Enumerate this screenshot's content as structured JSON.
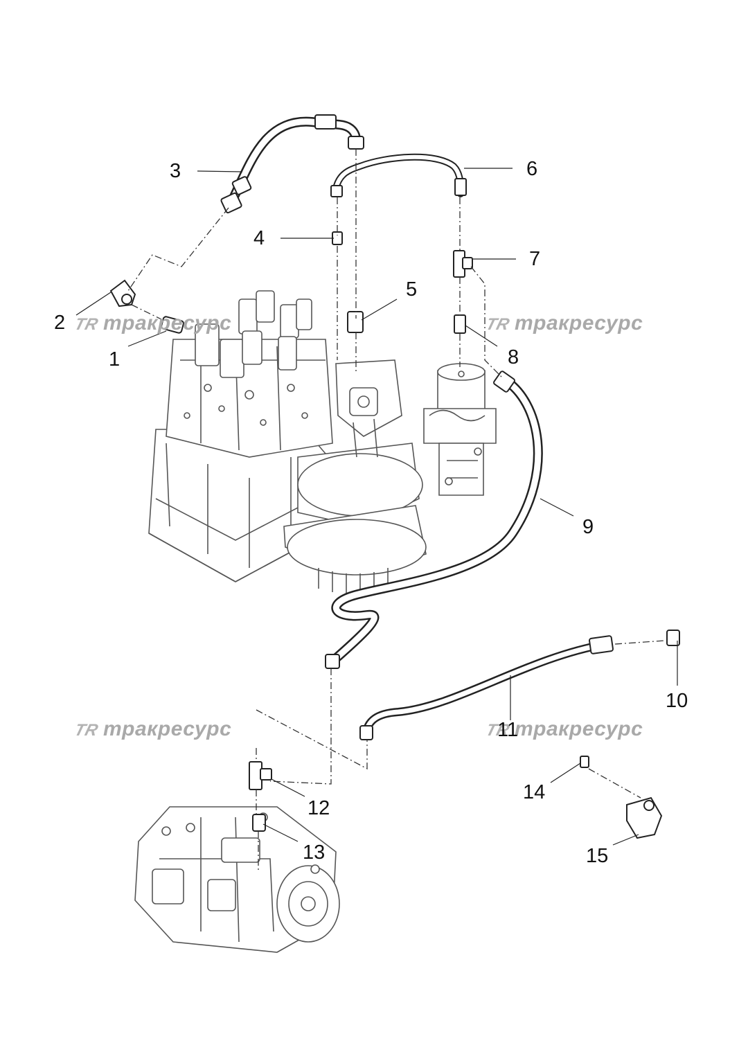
{
  "callouts": [
    {
      "id": "1",
      "text": "1"
    },
    {
      "id": "2",
      "text": "2"
    },
    {
      "id": "3",
      "text": "3"
    },
    {
      "id": "4",
      "text": "4"
    },
    {
      "id": "5",
      "text": "5"
    },
    {
      "id": "6",
      "text": "6"
    },
    {
      "id": "7",
      "text": "7"
    },
    {
      "id": "8",
      "text": "8"
    },
    {
      "id": "9",
      "text": "9"
    },
    {
      "id": "10",
      "text": "10"
    },
    {
      "id": "11",
      "text": "11"
    },
    {
      "id": "12",
      "text": "12"
    },
    {
      "id": "13",
      "text": "13"
    },
    {
      "id": "14",
      "text": "14"
    },
    {
      "id": "15",
      "text": "15"
    }
  ],
  "watermark": {
    "logo": "TR",
    "text": "тракресурс",
    "color": "#a9a9a9"
  },
  "colors": {
    "line": "#222222",
    "hose_fill": "#ffffff",
    "component_stroke": "#555555",
    "component_light": "#8a8a8a"
  }
}
